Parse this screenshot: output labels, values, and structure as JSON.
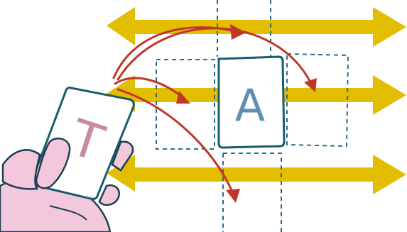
{
  "placed_tile": {
    "letter": "A"
  },
  "card_in_hand": {
    "letter": "T"
  },
  "colors": {
    "background": "#ffffff",
    "word_bar": "#e2bd00",
    "arrow": "#c0362b",
    "outline": "#175d6e",
    "slot_outline": "#2b6c86",
    "card_fill": "#ffffff",
    "card_letter": "#c78aa4",
    "tile_letter": "#5f8fb0",
    "hand": "#f4c8dc",
    "hand_outline": "#1e3f52"
  },
  "icons": [
    "yellow-right-arrow",
    "red-curved-arrow",
    "dashed-slot",
    "letter-tile",
    "hand-holding-card"
  ]
}
